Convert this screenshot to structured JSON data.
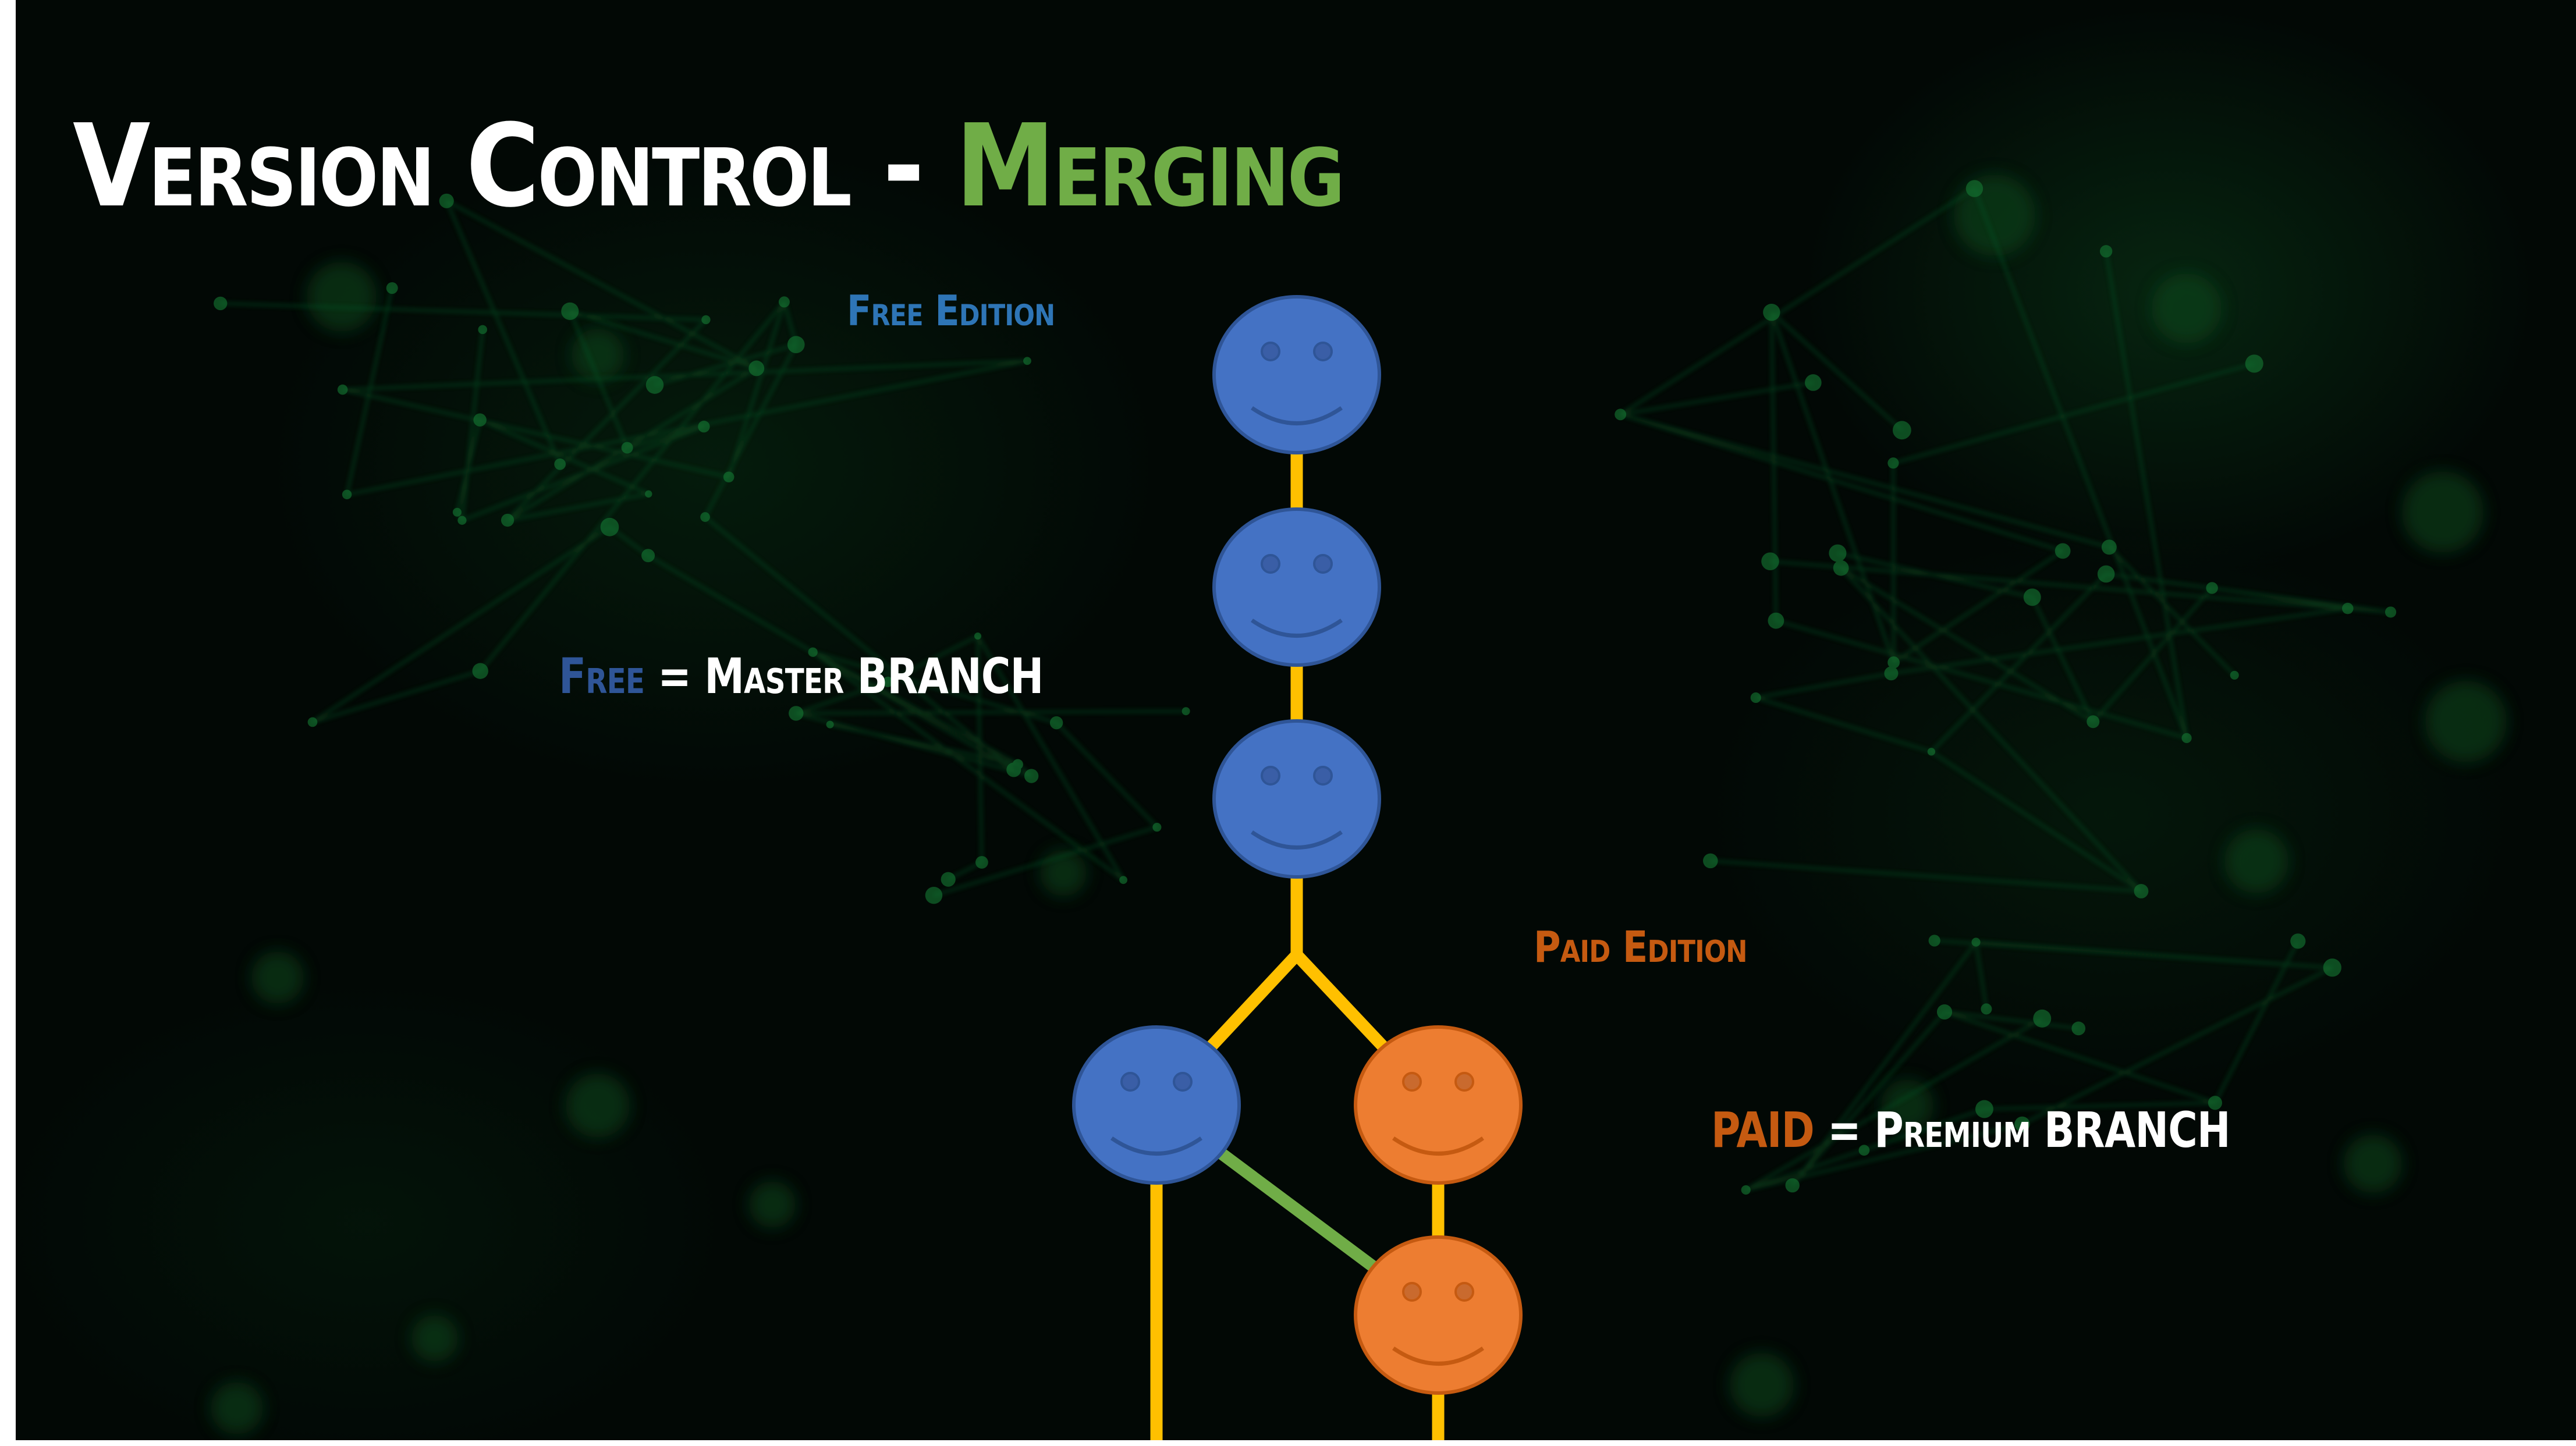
{
  "slide": {
    "title_main": "Version Control - ",
    "title_accent": "Merging",
    "labels": {
      "free_edition": "Free Edition",
      "paid_edition": "Paid Edition"
    },
    "legend": {
      "free": {
        "key": "Free",
        "equals": " = ",
        "value_smallcaps": "Master ",
        "value_caps": "BRANCH"
      },
      "paid": {
        "key": "PAID",
        "equals": " = ",
        "value_smallcaps": "Premium ",
        "value_caps": "BRANCH"
      }
    }
  },
  "colors": {
    "background": "#020805",
    "title_text": "#ffffff",
    "title_accent": "#70AD47",
    "free_label": "#2E75B6",
    "free_key": "#2F5597",
    "paid_label": "#C55A11",
    "branch_line": "#FFC000",
    "merge_line": "#70AD47",
    "blue_face_fill": "#4472C4",
    "blue_face_stroke": "#2F5597",
    "orange_face_fill": "#ED7D31",
    "orange_face_stroke": "#C55A11"
  },
  "diagram": {
    "branches": [
      {
        "name": "master",
        "edition": "free",
        "color": "blue",
        "commits": 4
      },
      {
        "name": "premium",
        "edition": "paid",
        "color": "orange",
        "commits": 2
      }
    ],
    "commits": [
      {
        "id": "m1",
        "branch": "master",
        "color": "blue"
      },
      {
        "id": "m2",
        "branch": "master",
        "color": "blue"
      },
      {
        "id": "m3",
        "branch": "master",
        "color": "blue"
      },
      {
        "id": "m4",
        "branch": "master",
        "color": "blue"
      },
      {
        "id": "p1",
        "branch": "premium",
        "color": "orange"
      },
      {
        "id": "p2",
        "branch": "premium",
        "color": "orange"
      }
    ],
    "edges": [
      {
        "from": "m1",
        "to": "m2",
        "type": "branch"
      },
      {
        "from": "m2",
        "to": "m3",
        "type": "branch"
      },
      {
        "from": "m3",
        "to": "m4",
        "type": "branch"
      },
      {
        "from": "m3",
        "to": "p1",
        "type": "branch"
      },
      {
        "from": "p1",
        "to": "p2",
        "type": "branch"
      },
      {
        "from": "m4",
        "to": "p2",
        "type": "merge"
      }
    ]
  }
}
